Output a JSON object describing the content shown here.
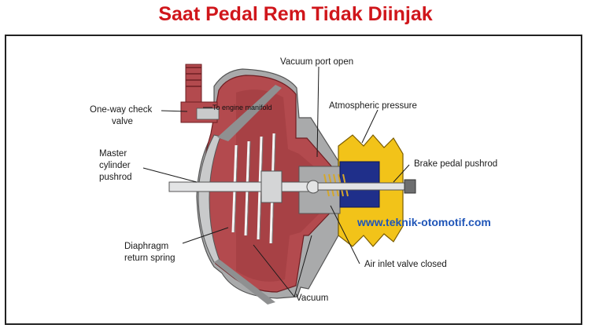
{
  "title": "Saat Pedal Rem Tidak Diinjak",
  "labels": {
    "vacuum_port": "Vacuum port open",
    "one_way_check": "One-way check",
    "valve": "valve",
    "engine_manifold": "To engine manifold",
    "atmospheric": "Atmospheric pressure",
    "master_1": "Master",
    "master_2": "cylinder",
    "master_3": "pushrod",
    "brake_pedal": "Brake pedal pushrod",
    "diaphragm_1": "Diaphragm",
    "diaphragm_2": "return spring",
    "air_inlet": "Air inlet valve closed",
    "vacuum": "Vacuum"
  },
  "watermark": "www.teknik-otomotif.com",
  "colors": {
    "title": "#d0161b",
    "housing": "#b34a4e",
    "housing_dark": "#7d2a2e",
    "boot": "#f2c319",
    "valve_blue": "#1f2f8a",
    "gray": "#a9aaab",
    "watermark": "#1f55b8"
  }
}
